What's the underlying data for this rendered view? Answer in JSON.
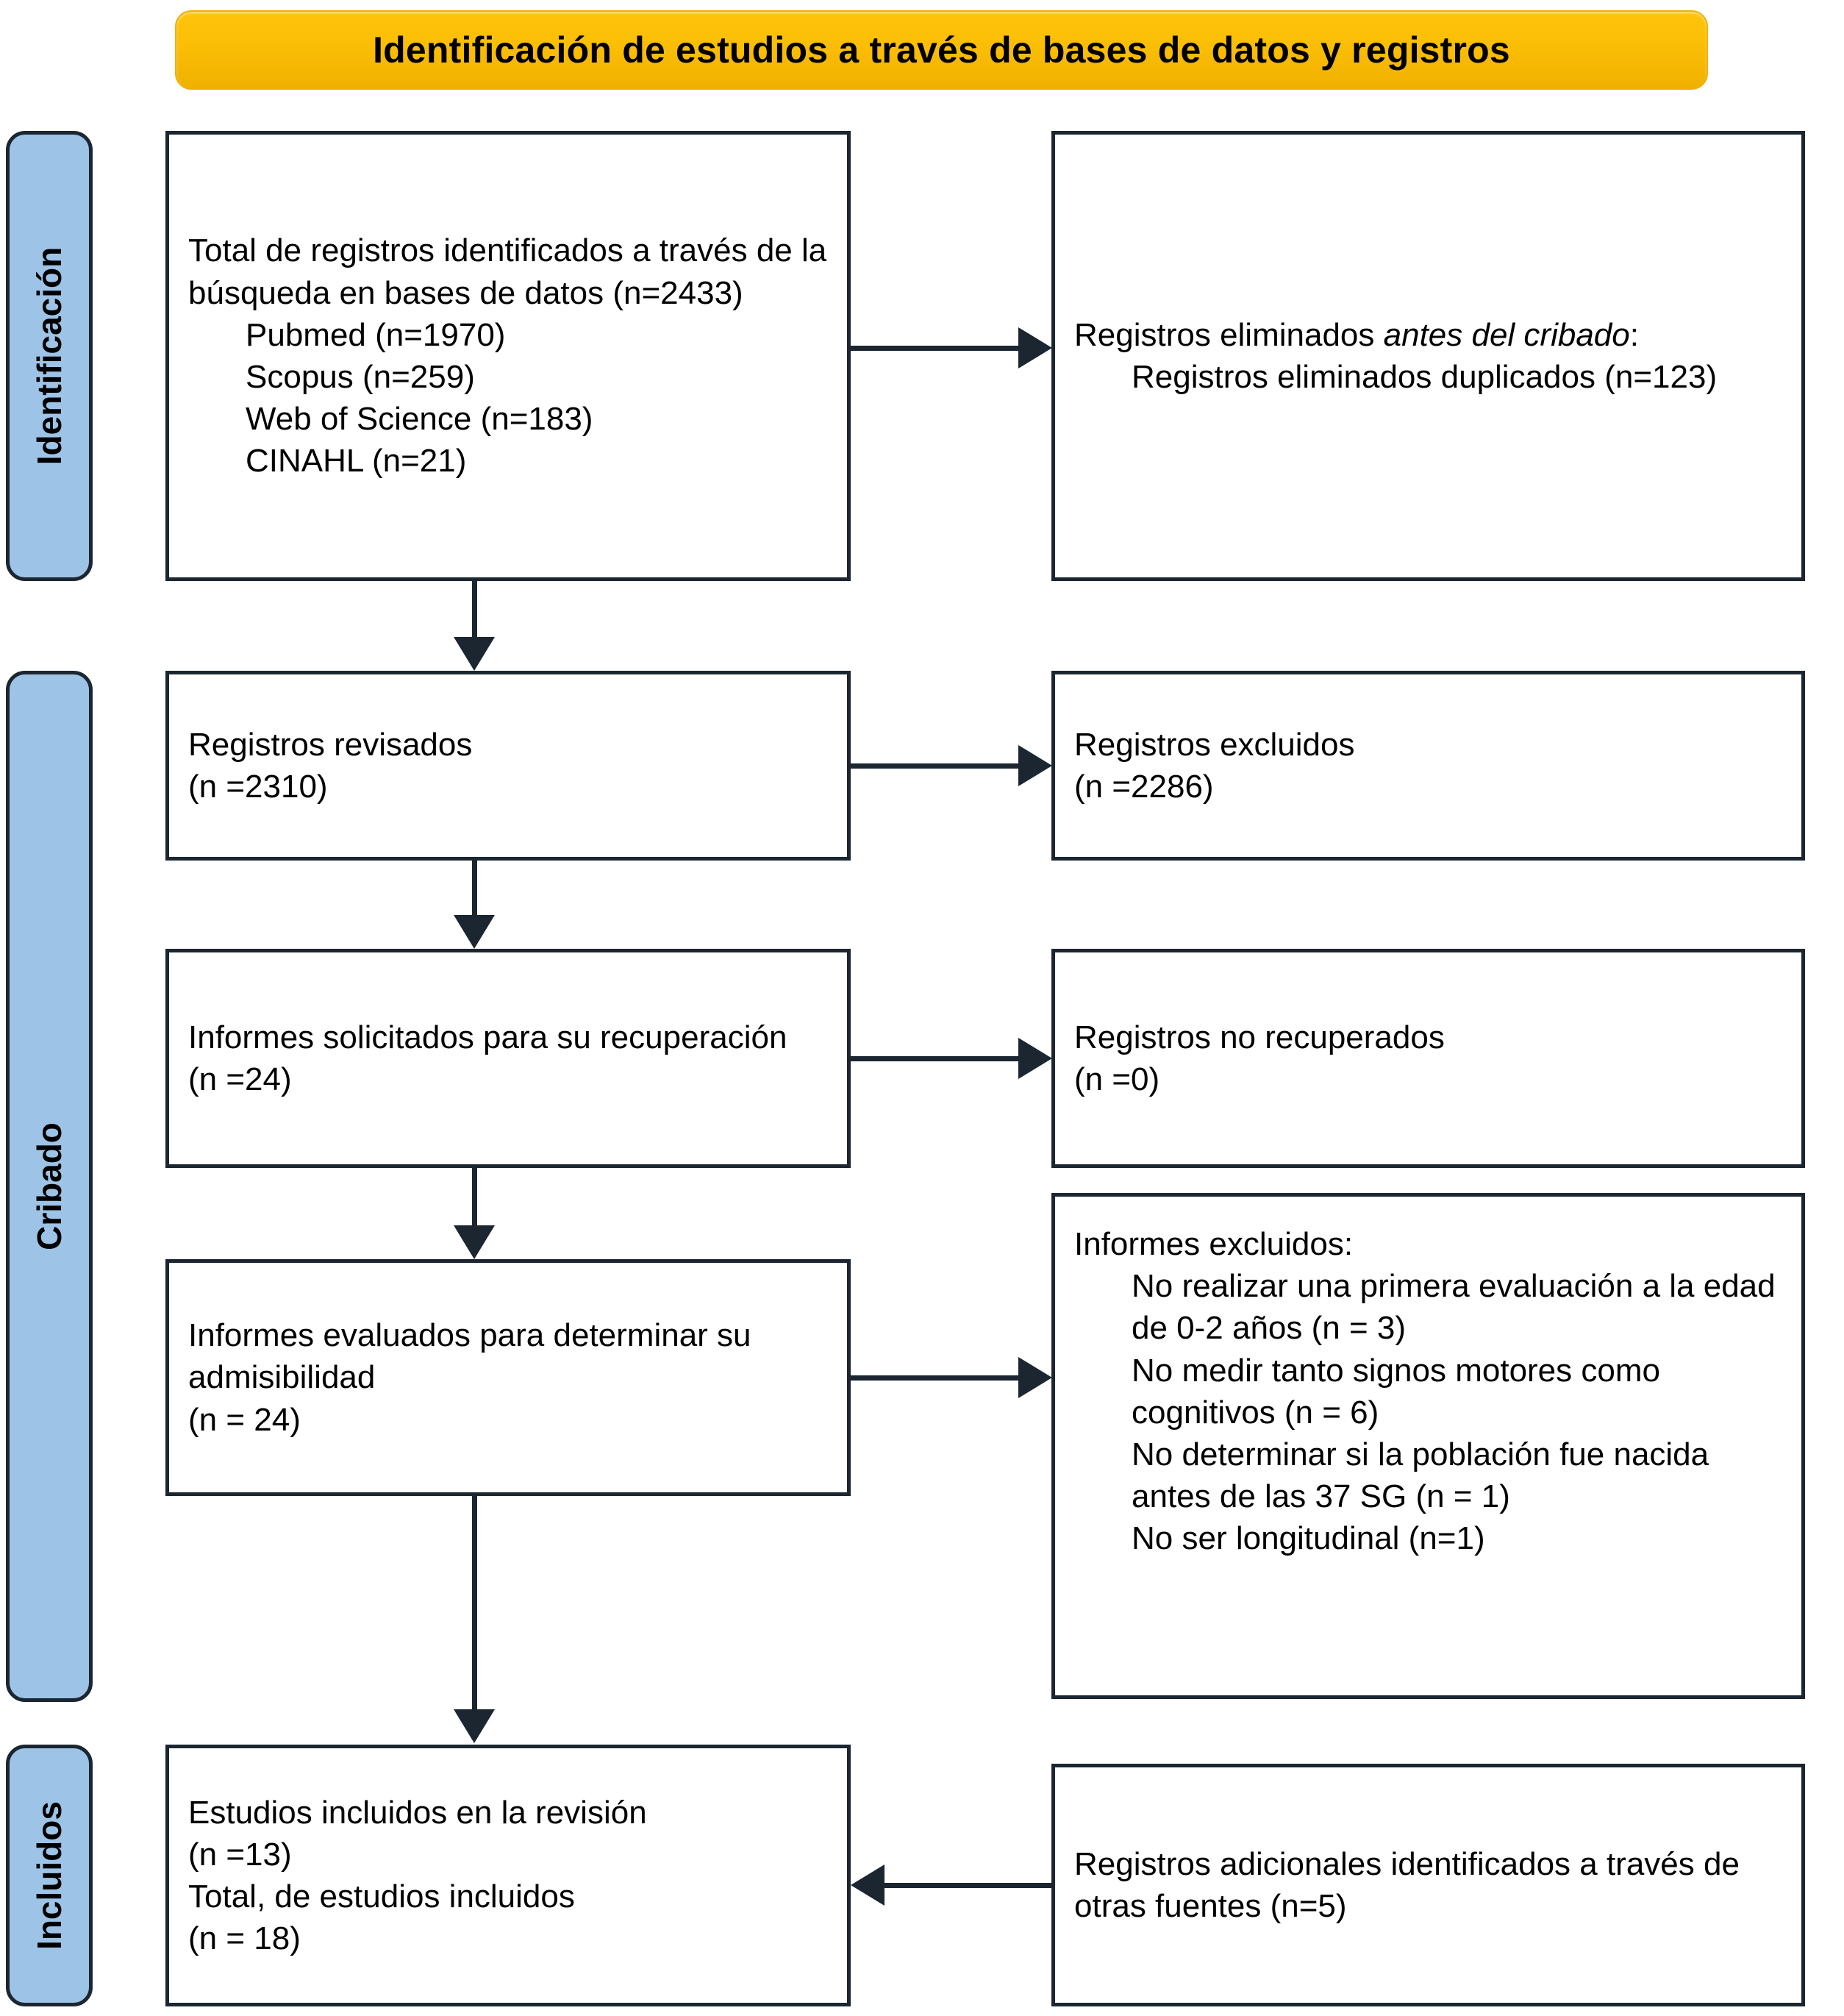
{
  "banner": {
    "title": "Identificación de estudios a través de bases de datos y registros",
    "color": "#fbbe06"
  },
  "stages": {
    "color": "#9dc3e6",
    "identificacion": "Identificación",
    "cribado": "Cribado",
    "incluidos": "Incluidos"
  },
  "boxes": {
    "total_registros": {
      "line1": "Total de registros identificados a través de la búsqueda en bases de datos (n=2433)",
      "sources": [
        "Pubmed (n=1970)",
        "Scopus (n=259)",
        "Web of Science (n=183)",
        "CINAHL (n=21)"
      ]
    },
    "eliminados_antes": {
      "lead": "Registros eliminados ",
      "lead_italic": "antes del cribado",
      "lead_tail": ":",
      "detail": "Registros eliminados duplicados (n=123)"
    },
    "registros_revisados": {
      "label": "Registros revisados",
      "count": "(n =2310)"
    },
    "registros_excluidos": {
      "label": "Registros excluidos",
      "count": "(n =2286)"
    },
    "informes_solicitados": {
      "label": "Informes solicitados para su recuperación",
      "count": "(n =24)"
    },
    "registros_no_recuperados": {
      "label": "Registros no recuperados",
      "count": "(n =0)"
    },
    "informes_evaluados": {
      "label": "Informes evaluados para determinar su admisibilidad",
      "count": "(n = 24)"
    },
    "informes_excluidos": {
      "heading": "Informes excluidos:",
      "reasons": [
        "No realizar una primera evaluación a la edad de 0-2 años (n = 3)",
        "No medir tanto signos motores como cognitivos (n = 6)",
        "No determinar si la población fue nacida antes de las 37 SG (n = 1)",
        "No ser longitudinal (n=1)"
      ]
    },
    "estudios_incluidos": {
      "label1": "Estudios incluidos en la revisión",
      "count1": "(n =13)",
      "label2": "Total, de estudios incluidos",
      "count2": "(n = 18)"
    },
    "registros_adicionales": {
      "label": "Registros adicionales identificados a través de otras fuentes (n=5)"
    }
  },
  "flow": {
    "type": "prisma-flow",
    "counts": {
      "identified_total": 2433,
      "pubmed": 1970,
      "scopus": 259,
      "web_of_science": 183,
      "cinahl": 21,
      "duplicates_removed": 123,
      "records_screened": 2310,
      "records_excluded": 2286,
      "reports_sought": 24,
      "reports_not_retrieved": 0,
      "reports_assessed": 24,
      "excluded_no_first_assessment_0_2": 3,
      "excluded_not_motor_and_cognitive": 6,
      "excluded_not_preterm_37sg": 1,
      "excluded_not_longitudinal": 1,
      "studies_included_review": 13,
      "additional_other_sources": 5,
      "total_included": 18
    }
  }
}
